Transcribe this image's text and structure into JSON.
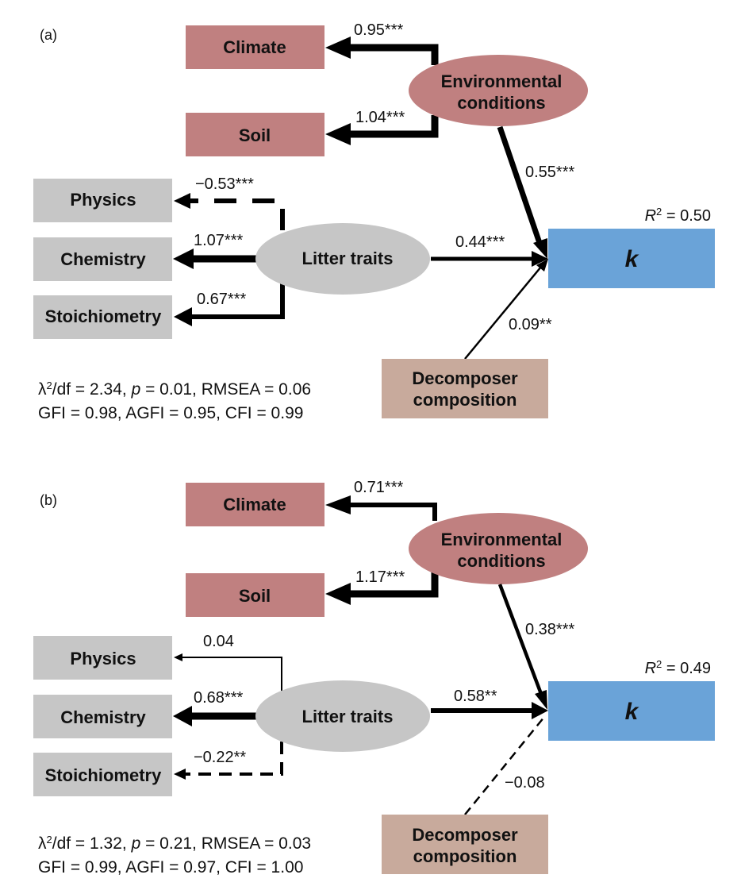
{
  "figure": {
    "colors": {
      "environment": "#c08080",
      "litter": "#c6c6c6",
      "response": "#6aa3d8",
      "decomposer": "#c8aa9c",
      "line": "#000000"
    },
    "panels": [
      {
        "label": "(a)",
        "nodes": {
          "climate": "Climate",
          "soil": "Soil",
          "env_line1": "Environmental",
          "env_line2": "conditions",
          "physics": "Physics",
          "chemistry": "Chemistry",
          "stoichiometry": "Stoichiometry",
          "litter": "Litter traits",
          "k": "k",
          "decomp_line1": "Decomposer",
          "decomp_line2": "composition"
        },
        "r2_label": "R",
        "r2_sup": "2",
        "r2_value": " = 0.50",
        "paths": [
          {
            "id": "env-climate",
            "from": "Environmental conditions",
            "to": "Climate",
            "coefficient": "0.95***",
            "style": "solid",
            "weight": "thick"
          },
          {
            "id": "env-soil",
            "from": "Environmental conditions",
            "to": "Soil",
            "coefficient": "1.04***",
            "style": "solid",
            "weight": "thick"
          },
          {
            "id": "litter-physics",
            "from": "Litter traits",
            "to": "Physics",
            "coefficient": "−0.53***",
            "style": "dashed",
            "weight": "thick"
          },
          {
            "id": "litter-chemistry",
            "from": "Litter traits",
            "to": "Chemistry",
            "coefficient": "1.07***",
            "style": "solid",
            "weight": "thick"
          },
          {
            "id": "litter-stoich",
            "from": "Litter traits",
            "to": "Stoichiometry",
            "coefficient": "0.67***",
            "style": "solid",
            "weight": "thick"
          },
          {
            "id": "env-k",
            "from": "Environmental conditions",
            "to": "k",
            "coefficient": "0.55***",
            "style": "solid",
            "weight": "thick"
          },
          {
            "id": "litter-k",
            "from": "Litter traits",
            "to": "k",
            "coefficient": "0.44***",
            "style": "solid",
            "weight": "medium"
          },
          {
            "id": "decomp-k",
            "from": "Decomposer composition",
            "to": "k",
            "coefficient": "0.09**",
            "style": "solid",
            "weight": "thin"
          }
        ],
        "fit": {
          "line1_a": "λ",
          "line1_sup": "2",
          "line1_b": "/df = 2.34, ",
          "line1_p": "p",
          "line1_c": " = 0.01, RMSEA = 0.06",
          "line2": "GFI = 0.98, AGFI = 0.95, CFI = 0.99"
        }
      },
      {
        "label": "(b)",
        "nodes": {
          "climate": "Climate",
          "soil": "Soil",
          "env_line1": "Environmental",
          "env_line2": "conditions",
          "physics": "Physics",
          "chemistry": "Chemistry",
          "stoichiometry": "Stoichiometry",
          "litter": "Litter traits",
          "k": "k",
          "decomp_line1": "Decomposer",
          "decomp_line2": "composition"
        },
        "r2_label": "R",
        "r2_sup": "2",
        "r2_value": " = 0.49",
        "paths": [
          {
            "id": "env-climate",
            "from": "Environmental conditions",
            "to": "Climate",
            "coefficient": "0.71***",
            "style": "solid",
            "weight": "medium"
          },
          {
            "id": "env-soil",
            "from": "Environmental conditions",
            "to": "Soil",
            "coefficient": "1.17***",
            "style": "solid",
            "weight": "thick"
          },
          {
            "id": "litter-physics",
            "from": "Litter traits",
            "to": "Physics",
            "coefficient": "0.04",
            "style": "solid",
            "weight": "thin"
          },
          {
            "id": "litter-chemistry",
            "from": "Litter traits",
            "to": "Chemistry",
            "coefficient": "0.68***",
            "style": "solid",
            "weight": "thick"
          },
          {
            "id": "litter-stoich",
            "from": "Litter traits",
            "to": "Stoichiometry",
            "coefficient": "−0.22**",
            "style": "dashed",
            "weight": "medium"
          },
          {
            "id": "env-k",
            "from": "Environmental conditions",
            "to": "k",
            "coefficient": "0.38***",
            "style": "solid",
            "weight": "medium"
          },
          {
            "id": "litter-k",
            "from": "Litter traits",
            "to": "k",
            "coefficient": "0.58**",
            "style": "solid",
            "weight": "medium"
          },
          {
            "id": "decomp-k",
            "from": "Decomposer composition",
            "to": "k",
            "coefficient": "−0.08",
            "style": "dashed",
            "weight": "thin"
          }
        ],
        "fit": {
          "line1_a": "λ",
          "line1_sup": "2",
          "line1_b": "/df = 1.32, ",
          "line1_p": "p",
          "line1_c": " = 0.21, RMSEA = 0.03",
          "line2": "GFI = 0.99, AGFI = 0.97, CFI = 1.00"
        }
      }
    ]
  }
}
